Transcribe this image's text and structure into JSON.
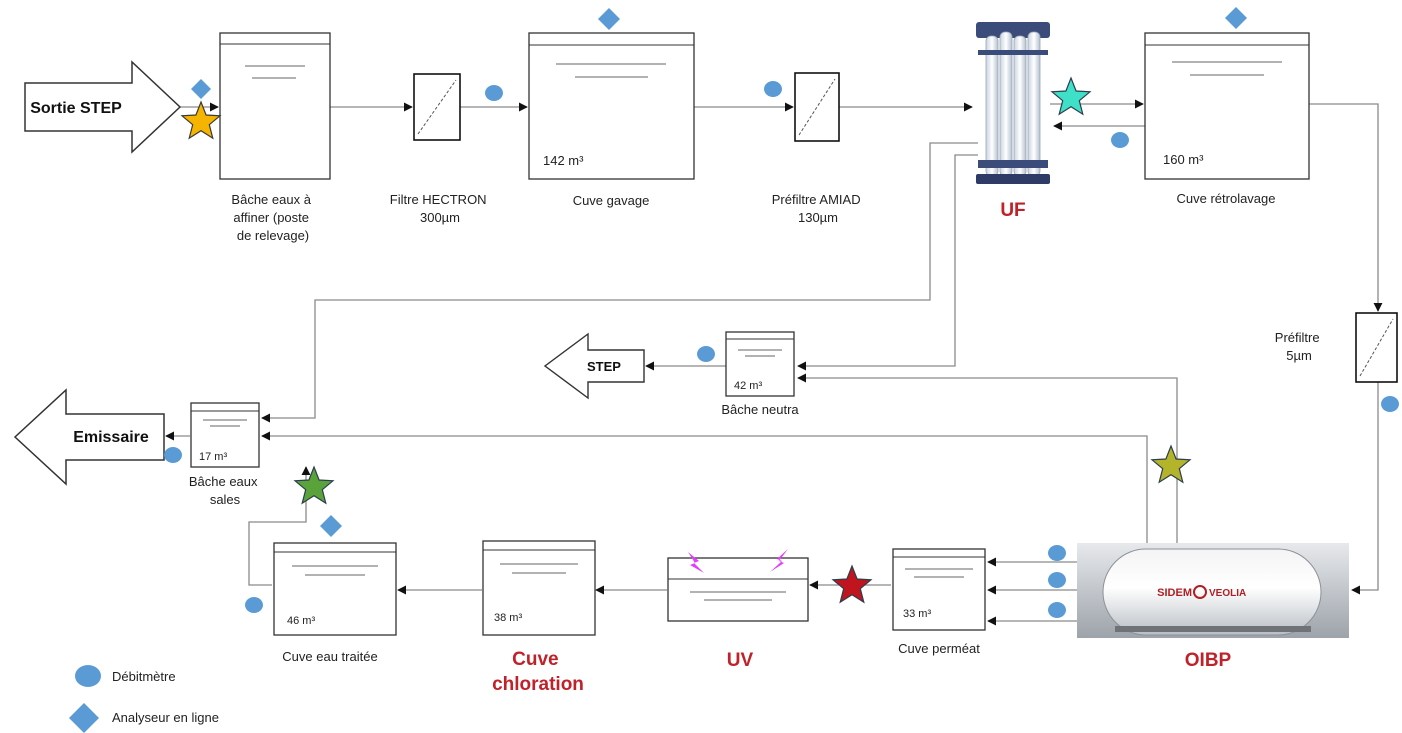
{
  "colors": {
    "meter": "#5b9bd5",
    "analyser": "#5b9bd5",
    "unit_red": "#c0222a",
    "star_orange": "#f4b400",
    "star_cyan": "#3fe0c8",
    "star_olive": "#b4b42a",
    "star_green": "#5aa33a",
    "star_red": "#c0141e",
    "uv_lamp": "#e040fb"
  },
  "inputs": {
    "sortie_step": "Sortie STEP"
  },
  "outputs": {
    "step": "STEP",
    "emissaire": "Emissaire"
  },
  "units": {
    "uf": "UF",
    "uv": "UV",
    "oibp": "OIBP",
    "cuve_chloration_line1": "Cuve",
    "cuve_chloration_line2": "chloration",
    "oibp_brand_left": "SIDEM",
    "oibp_brand_right": "VEOLIA"
  },
  "labels": {
    "bache_affiner": [
      "Bâche eaux à",
      "affiner (poste",
      "de relevage)"
    ],
    "filtre_hectron": [
      "Filtre HECTRON",
      "300µm"
    ],
    "cuve_gavage": [
      "Cuve gavage"
    ],
    "prefiltre_amiad": [
      "Préfiltre AMIAD",
      "130µm"
    ],
    "cuve_retrolavage": [
      "Cuve rétrolavage"
    ],
    "prefiltre_5": [
      "Préfiltre",
      "5µm"
    ],
    "bache_neutra": [
      "Bâche neutra"
    ],
    "bache_eaux_sales": [
      "Bâche eaux",
      "sales"
    ],
    "cuve_eau_traitee": [
      "Cuve eau traitée"
    ],
    "cuve_permeat": [
      "Cuve perméat"
    ]
  },
  "volumes": {
    "cuve_gavage": "142 m³",
    "cuve_retrolavage": "160 m³",
    "bache_neutra": "42 m³",
    "bache_eaux_sales": "17 m³",
    "cuve_eau_traitee": "46 m³",
    "cuve_chloration": "38 m³",
    "cuve_permeat": "33 m³"
  },
  "legend": {
    "debitmetre": "Débitmètre",
    "analyseur": "Analyseur en ligne"
  }
}
